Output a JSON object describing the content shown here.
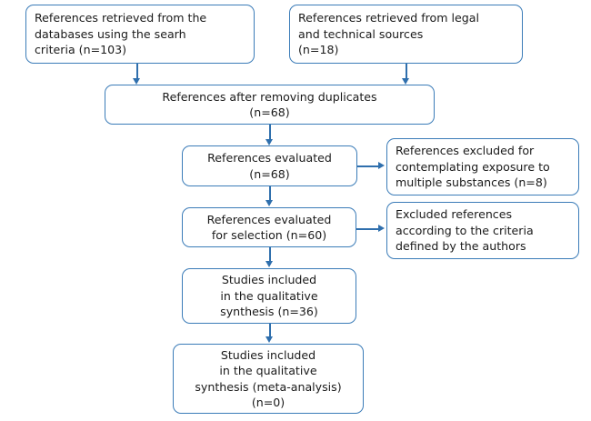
{
  "diagram": {
    "type": "prisma-flow-diagram",
    "colors": {
      "border": "#3b7cb8",
      "connector": "#2f6fad",
      "text": "#1a1a1a",
      "background": "#ffffff"
    },
    "nodes": [
      {
        "id": "db-records",
        "align": "left",
        "lines": [
          "References retrieved from the",
          "databases using the searh",
          "criteria (n=103)"
        ],
        "count": 103
      },
      {
        "id": "legal-records",
        "align": "left",
        "lines": [
          "References retrieved from legal",
          "and technical sources",
          "(n=18)"
        ],
        "count": 18
      },
      {
        "id": "after-duplicates",
        "align": "center",
        "lines": [
          "References after removing duplicates",
          "(n=68)"
        ],
        "count": 68
      },
      {
        "id": "evaluated",
        "align": "center",
        "lines": [
          "References evaluated",
          "(n=68)"
        ],
        "count": 68
      },
      {
        "id": "excluded-multiple-substances",
        "align": "left",
        "lines": [
          "References excluded for",
          "contemplating exposure to",
          "multiple substances (n=8)"
        ],
        "count": 8
      },
      {
        "id": "evaluated-for-selection",
        "align": "center",
        "lines": [
          "References evaluated",
          "for selection (n=60)"
        ],
        "count": 60
      },
      {
        "id": "excluded-by-criteria",
        "align": "left",
        "lines": [
          "Excluded references",
          "according to the criteria",
          "defined by the authors"
        ],
        "count": null
      },
      {
        "id": "qualitative-synthesis",
        "align": "center",
        "lines": [
          "Studies included",
          "in the qualitative",
          "synthesis (n=36)"
        ],
        "count": 36
      },
      {
        "id": "meta-analysis",
        "align": "center",
        "lines": [
          "Studies included",
          "in the qualitative",
          "synthesis (meta-analysis)",
          "(n=0)"
        ],
        "count": 0
      }
    ]
  }
}
